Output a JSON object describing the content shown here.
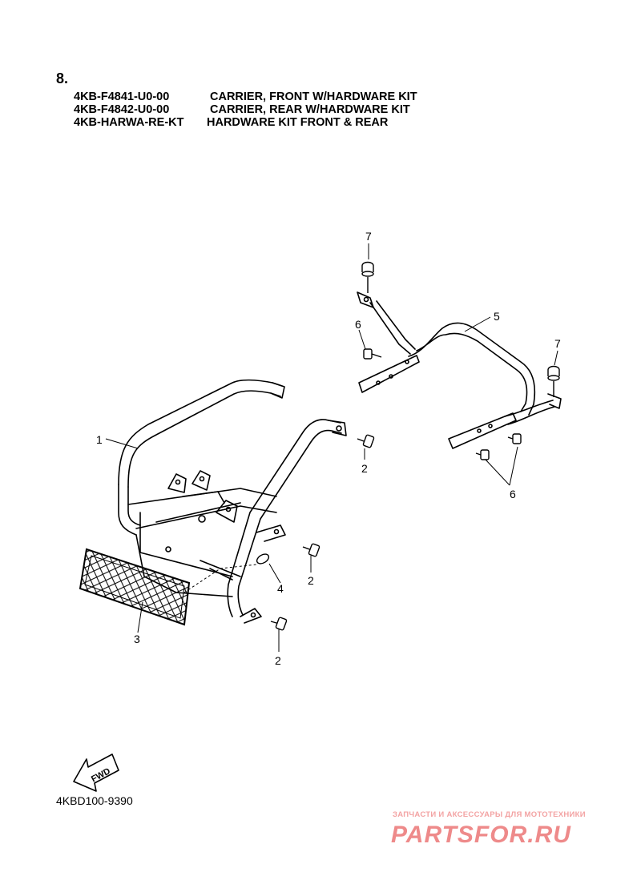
{
  "section_number": "8.",
  "parts_list": [
    {
      "part_no": "4KB-F4841-U0-00",
      "description": "CARRIER, FRONT W/HARDWARE KIT"
    },
    {
      "part_no": "4KB-F4842-U0-00",
      "description": "CARRIER, REAR W/HARDWARE KIT"
    },
    {
      "part_no": "4KB-HARWA-RE-KT",
      "description": "HARDWARE KIT FRONT & REAR"
    }
  ],
  "callouts": {
    "c1": "1",
    "c2a": "2",
    "c2b": "2",
    "c2c": "2",
    "c3": "3",
    "c4": "4",
    "c5": "5",
    "c6a": "6",
    "c6b": "6",
    "c7a": "7",
    "c7b": "7"
  },
  "fwd_label": "FWD",
  "diagram_code": "4KBD100-9390",
  "watermark": {
    "tagline": "ЗАПЧАСТИ И АКСЕССУАРЫ ДЛЯ МОТОТЕХНИКИ",
    "logo": "PARTSFOR.RU"
  }
}
